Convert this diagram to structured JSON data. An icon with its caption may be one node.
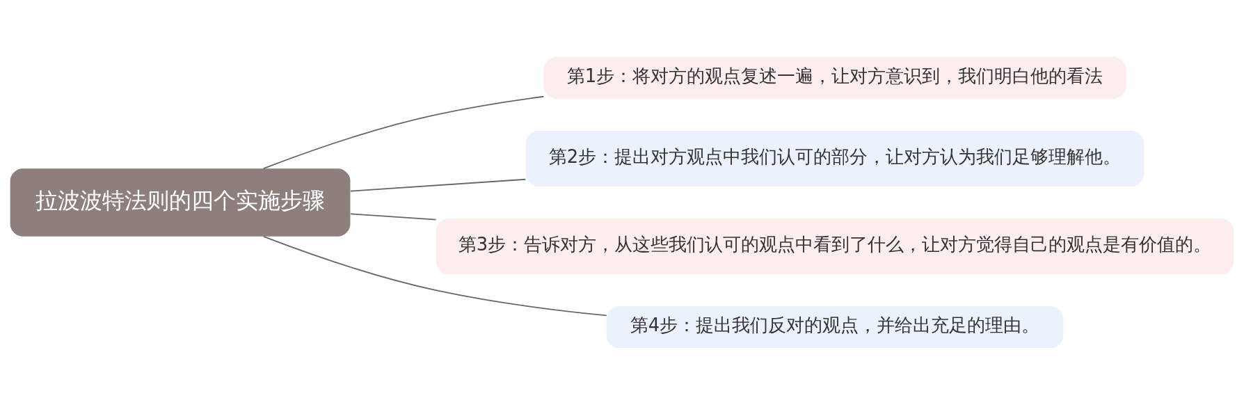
{
  "diagram": {
    "nodes": [
      {
        "text": [
          "拉波波特法则的四个实施步骤"
        ]
      },
      {
        "text": [
          "第1步：将对方的观点复述一遍，让对方意识到，我们明白他的看法"
        ]
      },
      {
        "text": [
          "第2步：提出对方观点中我们认可的部分，让对方认为我们足够理解他。"
        ]
      },
      {
        "text": [
          "第3步：告诉对方，从这些我们认可的观点中看到了什么，让对方觉得自己的观点是有价值的。"
        ]
      },
      {
        "text": [
          "第4步：提出我们反对的观点，并给出充足的理由。"
        ]
      }
    ],
    "edges": [
      {
        "from": 0,
        "to": 1,
        "arrow": "none"
      },
      {
        "from": 0,
        "to": 2,
        "arrow": "none"
      },
      {
        "from": 0,
        "to": 3,
        "arrow": "none"
      },
      {
        "from": 0,
        "to": 4,
        "arrow": "none"
      }
    ]
  }
}
